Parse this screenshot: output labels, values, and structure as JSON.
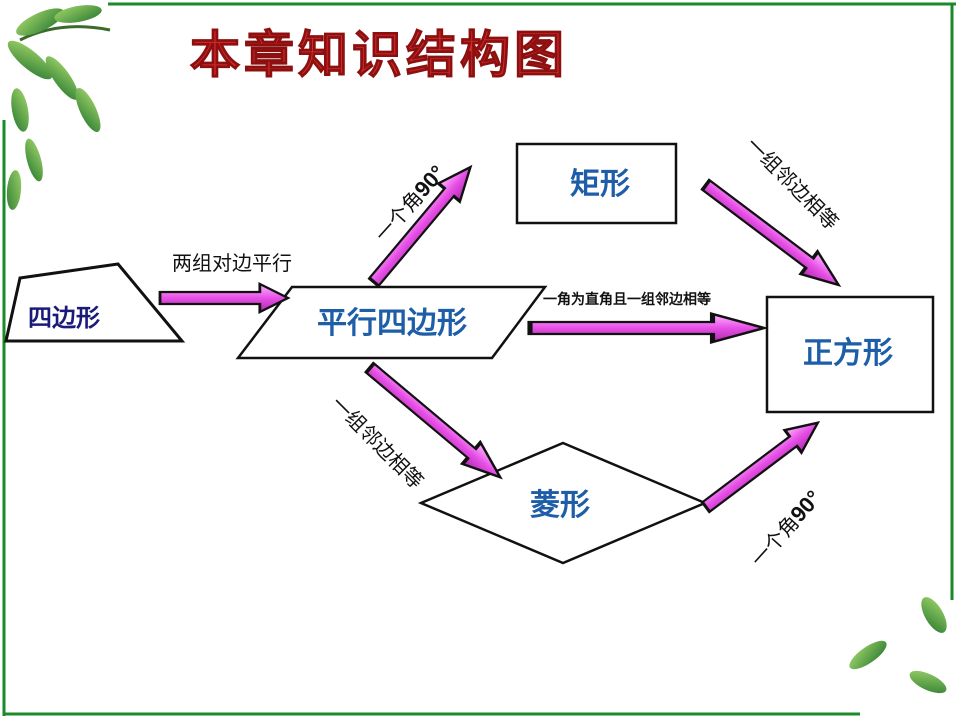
{
  "title": "本章知识结构图",
  "colors": {
    "accent": "#d42a2a",
    "arrow": "#e64fe6",
    "node_text": "#1e5ea8",
    "frame": "#1a8a2a"
  },
  "nodes": {
    "quadrilateral": "四边形",
    "parallelogram": "平行四边形",
    "rectangle": "矩形",
    "rhombus": "菱形",
    "square": "正方形"
  },
  "edges": {
    "quad_to_para": "两组对边平行",
    "para_to_rect_prefix": "一个角",
    "para_to_rect_value": "90°",
    "para_to_rhombus": "一组邻边相等",
    "para_to_square": "一角为直角且一组邻边相等",
    "rect_to_square": "一组邻边相等",
    "rhombus_to_square_prefix": "一个角",
    "rhombus_to_square_value": "90°"
  },
  "decorations": [
    "leaf-icon"
  ]
}
